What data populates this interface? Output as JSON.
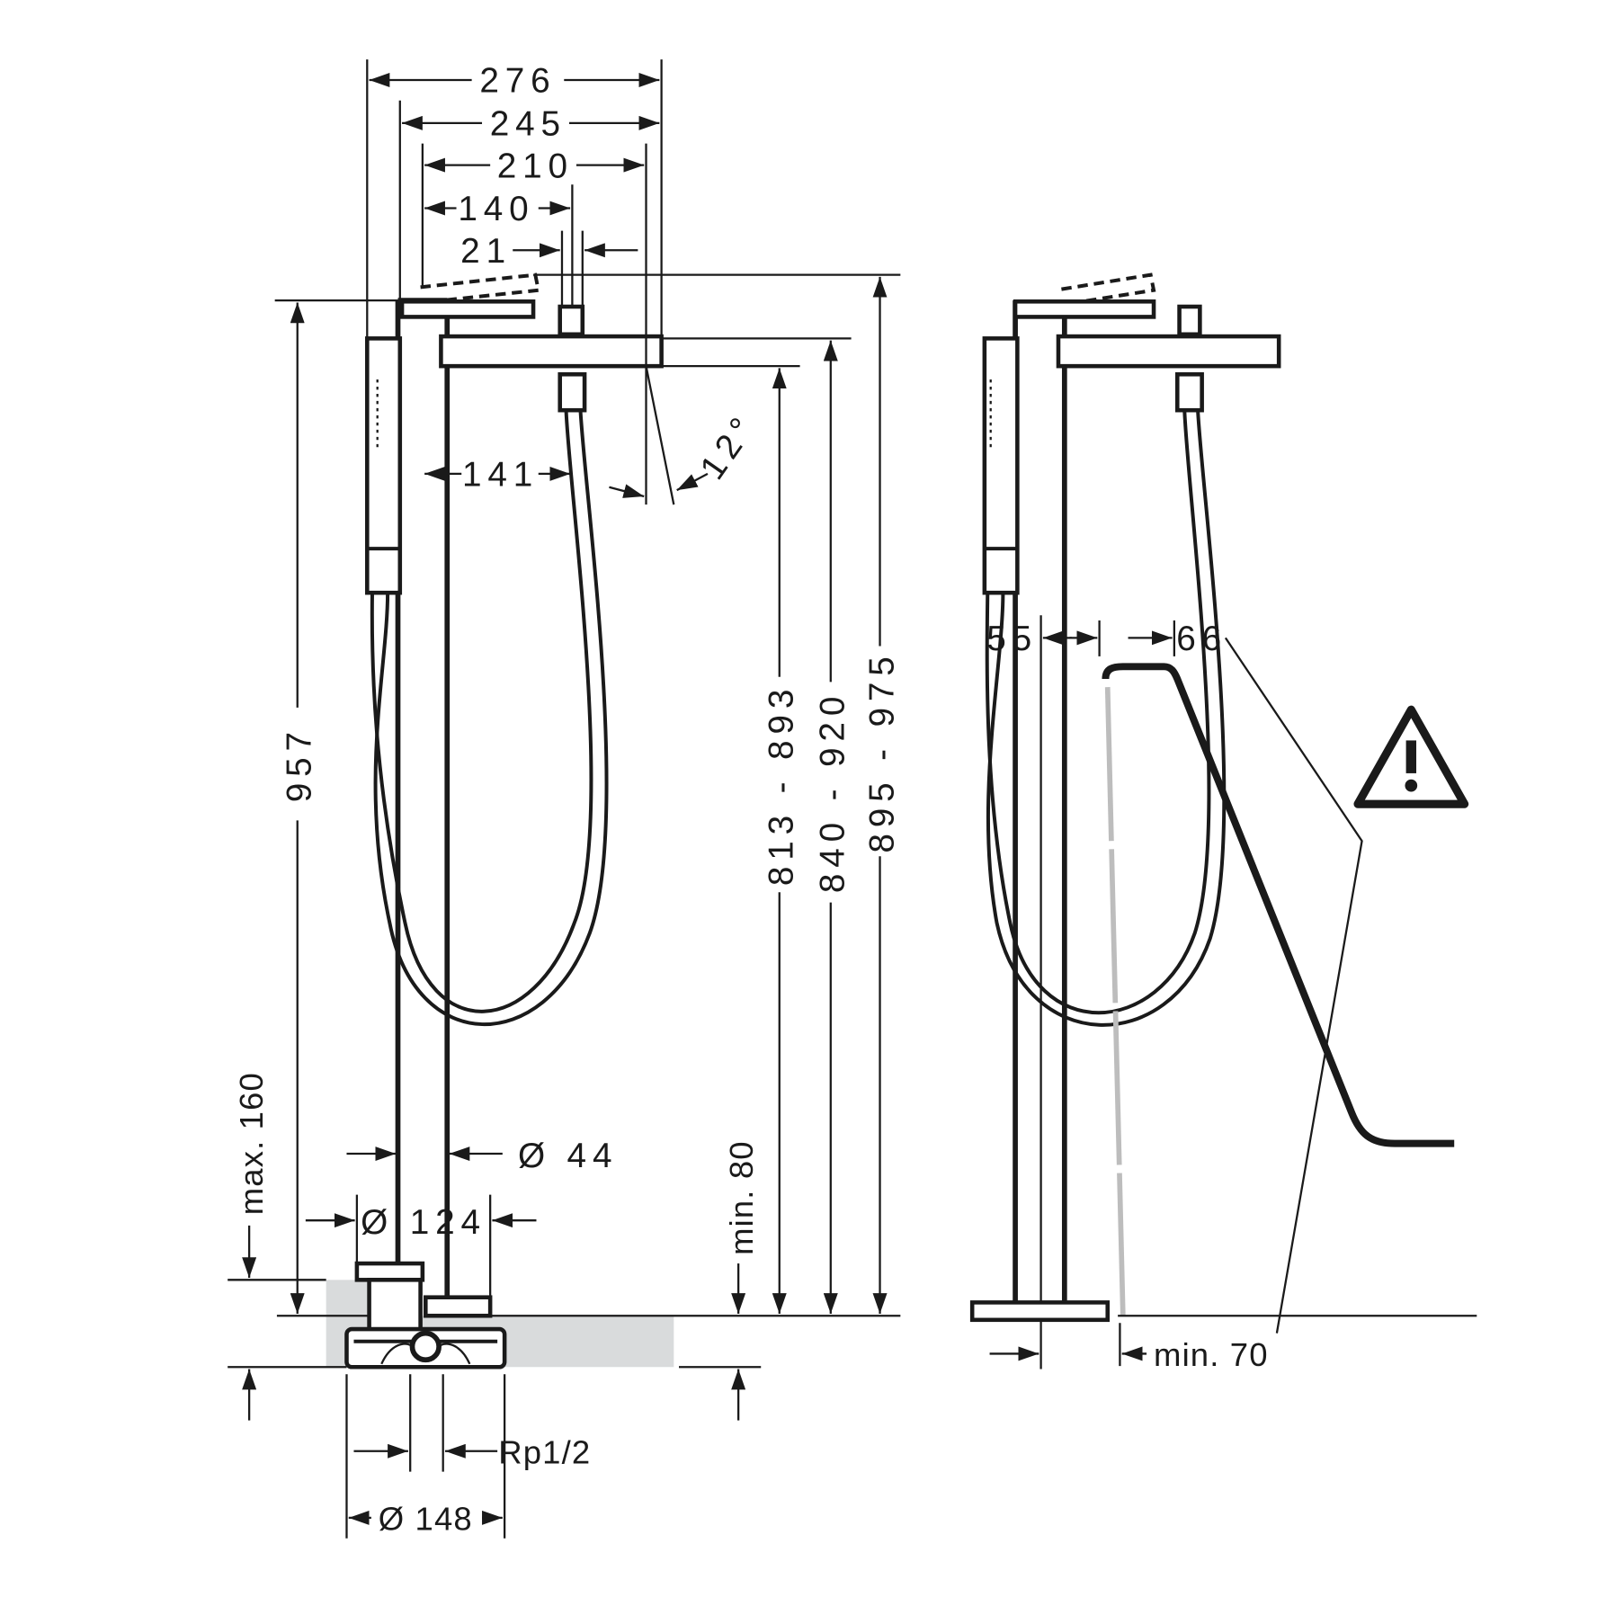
{
  "front_view": {
    "dims": {
      "w276": "276",
      "w245": "245",
      "w210": "210",
      "w140": "140",
      "w21": "21",
      "w141": "141",
      "angle": "12°",
      "h957": "957",
      "h813": "813 - 893",
      "h840": "840 - 920",
      "h895": "895 - 975",
      "max160": "max. 160",
      "min80": "min. 80",
      "d44": "Ø 44",
      "d124": "Ø 124",
      "rp": "Rp1/2",
      "d148": "Ø 148"
    }
  },
  "side_view": {
    "dims": {
      "w55": "55",
      "w66": "66",
      "min70": "min. 70"
    },
    "warning_icon": "warning-triangle-icon"
  },
  "colors": {
    "line": "#1a1a1a",
    "gray_fill": "#d9dbdc",
    "gray_line": "#bdbdbd"
  }
}
